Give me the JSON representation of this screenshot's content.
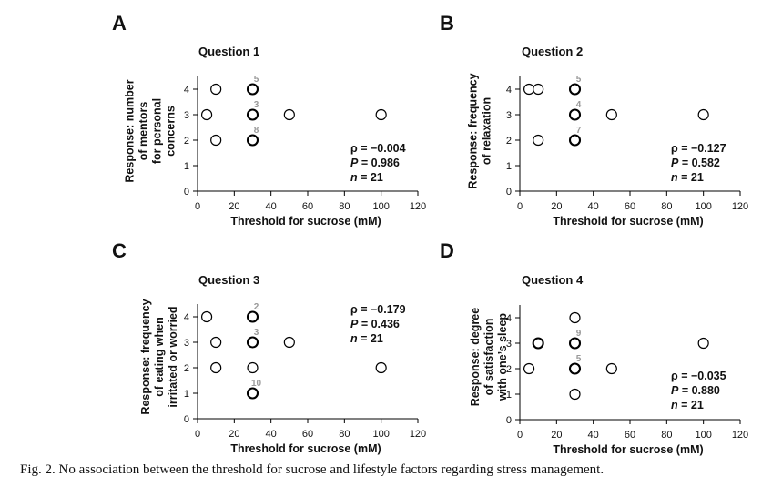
{
  "caption": "Fig. 2.  No association between the threshold for sucrose and lifestyle factors regarding stress management.",
  "chart_data": [
    {
      "type": "scatter",
      "panel_letter": "A",
      "title": "Question 1",
      "ylabel": [
        "Response: number",
        "of mentors",
        "for personal",
        "concerns"
      ],
      "xlabel": "Threshold  for sucrose (mM)",
      "xlim": [
        0,
        120
      ],
      "ylim": [
        0,
        4
      ],
      "xticks": [
        "0",
        "20",
        "40",
        "60",
        "80",
        "100",
        "120"
      ],
      "yticks": [
        "0",
        "1",
        "2",
        "3",
        "4"
      ],
      "points": [
        {
          "x": 5,
          "y": 3
        },
        {
          "x": 10,
          "y": 4
        },
        {
          "x": 10,
          "y": 2
        },
        {
          "x": 30,
          "y": 4,
          "stacked": true,
          "count": "5"
        },
        {
          "x": 30,
          "y": 3,
          "stacked": true,
          "count": "3"
        },
        {
          "x": 30,
          "y": 2,
          "stacked": true,
          "count": "8"
        },
        {
          "x": 50,
          "y": 3
        },
        {
          "x": 100,
          "y": 3
        }
      ],
      "stats": {
        "rho": "ρ = −0.004",
        "p_label": "P",
        "p": " = 0.986",
        "n_label": "n",
        "n": " = 21"
      }
    },
    {
      "type": "scatter",
      "panel_letter": "B",
      "title": "Question 2",
      "ylabel": [
        "Response: frequency",
        "of relaxation"
      ],
      "xlabel": "Threshold for sucrose (mM)",
      "xlim": [
        0,
        120
      ],
      "ylim": [
        0,
        4
      ],
      "xticks": [
        "0",
        "20",
        "40",
        "60",
        "80",
        "100",
        "120"
      ],
      "yticks": [
        "0",
        "1",
        "2",
        "3",
        "4"
      ],
      "points": [
        {
          "x": 5,
          "y": 4
        },
        {
          "x": 10,
          "y": 4
        },
        {
          "x": 10,
          "y": 2
        },
        {
          "x": 30,
          "y": 4,
          "stacked": true,
          "count": "5"
        },
        {
          "x": 30,
          "y": 3,
          "stacked": true,
          "count": "4"
        },
        {
          "x": 30,
          "y": 2,
          "stacked": true,
          "count": "7"
        },
        {
          "x": 50,
          "y": 3
        },
        {
          "x": 100,
          "y": 3
        }
      ],
      "stats": {
        "rho": "ρ = −0.127",
        "p_label": "P",
        "p": " = 0.582",
        "n_label": "n",
        "n": " = 21"
      }
    },
    {
      "type": "scatter",
      "panel_letter": "C",
      "title": "Question 3",
      "ylabel": [
        "Response: frequency",
        "of eating when",
        "irritated or worried"
      ],
      "xlabel": "Threshold for sucrose (mM)",
      "xlim": [
        0,
        120
      ],
      "ylim": [
        0,
        4
      ],
      "xticks": [
        "0",
        "20",
        "40",
        "60",
        "80",
        "100",
        "120"
      ],
      "yticks": [
        "0",
        "1",
        "2",
        "3",
        "4"
      ],
      "points": [
        {
          "x": 5,
          "y": 4
        },
        {
          "x": 10,
          "y": 3
        },
        {
          "x": 10,
          "y": 2
        },
        {
          "x": 30,
          "y": 4,
          "stacked": true,
          "count": "2"
        },
        {
          "x": 30,
          "y": 3,
          "stacked": true,
          "count": "3"
        },
        {
          "x": 30,
          "y": 2
        },
        {
          "x": 30,
          "y": 1,
          "stacked": true,
          "count": "10"
        },
        {
          "x": 50,
          "y": 3
        },
        {
          "x": 100,
          "y": 2
        }
      ],
      "stats": {
        "rho": "ρ = −0.179",
        "p_label": "P",
        "p": " = 0.436",
        "n_label": "n",
        "n": " = 21"
      }
    },
    {
      "type": "scatter",
      "panel_letter": "D",
      "title": "Question 4",
      "ylabel": [
        "Response: degree",
        "of satisfaction",
        "with one’s sleep"
      ],
      "xlabel": "Threshold for sucrose (mM)",
      "xlim": [
        0,
        120
      ],
      "ylim": [
        0,
        4
      ],
      "xticks": [
        "0",
        "20",
        "40",
        "60",
        "80",
        "100",
        "120"
      ],
      "yticks": [
        "0",
        "1",
        "2",
        "3",
        "4"
      ],
      "points": [
        {
          "x": 5,
          "y": 2
        },
        {
          "x": 10,
          "y": 3,
          "stacked": true
        },
        {
          "x": 30,
          "y": 4
        },
        {
          "x": 30,
          "y": 3,
          "stacked": true,
          "count": "9"
        },
        {
          "x": 30,
          "y": 2,
          "stacked": true,
          "count": "5"
        },
        {
          "x": 30,
          "y": 1
        },
        {
          "x": 50,
          "y": 2
        },
        {
          "x": 100,
          "y": 3
        }
      ],
      "stats": {
        "rho": "ρ = −0.035",
        "p_label": "P",
        "p": " = 0.880",
        "n_label": "n",
        "n": " = 21"
      }
    }
  ]
}
